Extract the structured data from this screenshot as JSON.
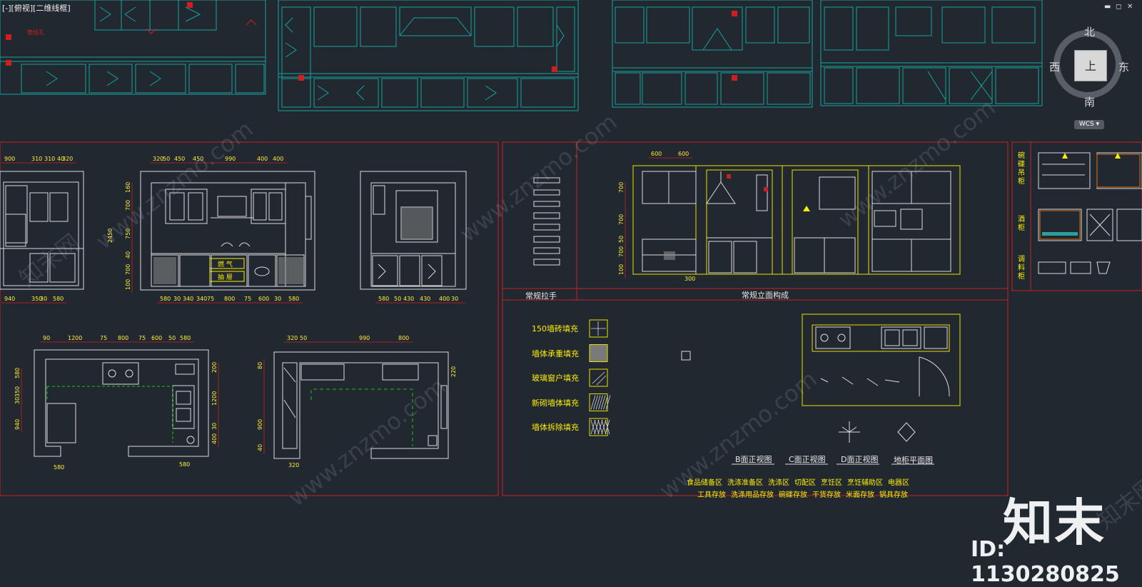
{
  "viewport": {
    "label": "[-][俯视][二维线框]"
  },
  "window_controls": [
    "▬",
    "◻",
    "✕"
  ],
  "viewcube": {
    "face": "上",
    "north": "北",
    "south": "南",
    "west": "西",
    "east": "东",
    "wcs": "WCS ▾"
  },
  "top_labels": {
    "small_red": "管线孔"
  },
  "panels": {
    "handles_title": "常规拉手",
    "elevation_title": "常规立面构成",
    "side_labels": [
      "碗碟吊柜",
      "酒柜",
      "调料柜"
    ]
  },
  "hatches": [
    {
      "label": "150墙砖填充",
      "pattern": "grid"
    },
    {
      "label": "墙体承重填充",
      "pattern": "solid"
    },
    {
      "label": "玻璃窗户填充",
      "pattern": "diag"
    },
    {
      "label": "新砌墙体填充",
      "pattern": "dense"
    },
    {
      "label": "墙体拆除填充",
      "pattern": "cross"
    }
  ],
  "view_titles": [
    "B面正视图",
    "C面正视图",
    "D面正视图",
    "地柜平面图"
  ],
  "zones_row1": [
    "食品储备区",
    "洗涤准备区",
    "洗涤区",
    "切配区",
    "烹饪区",
    "烹饪辅助区",
    "电器区"
  ],
  "zones_row2": [
    "工具存放",
    "洗涤用品存放",
    "碗碟存放",
    "干货存放",
    "米面存放",
    "锅具存放"
  ],
  "dims": {
    "e1_top": [
      "900",
      "310",
      "310",
      "40",
      "320"
    ],
    "e1_bottom": [
      "940",
      "350",
      "30",
      "580"
    ],
    "e2_top": [
      "320",
      "50",
      "450",
      "450",
      "990",
      "400",
      "400"
    ],
    "e2_left": [
      "160",
      "700",
      "750",
      "40",
      "700",
      "100"
    ],
    "e2_total": "2450",
    "e2_bottom": [
      "580",
      "30",
      "340",
      "340",
      "75",
      "800",
      "75",
      "600",
      "30",
      "580"
    ],
    "e3_bottom": [
      "580",
      "50",
      "430",
      "430",
      "400",
      "30"
    ],
    "p1_top": [
      "90",
      "1200",
      "75",
      "800",
      "75",
      "600",
      "50",
      "580"
    ],
    "p1_left": [
      "580",
      "350",
      "30",
      "940"
    ],
    "p1_right": [
      "200",
      "1200",
      "30",
      "400"
    ],
    "p1_bottom": [
      "580",
      "580"
    ],
    "p2_top": [
      "320",
      "50",
      "990",
      "800"
    ],
    "p2_left": [
      "80",
      "900",
      "40"
    ],
    "p2_right": "220",
    "p2_bottom": "320",
    "mid_top": [
      "600",
      "600"
    ],
    "mid_left": [
      "700",
      "700",
      "50",
      "700",
      "100"
    ],
    "mid_bottom": "300"
  },
  "left_labels": {
    "b1": "燃 气",
    "b2": "抽 屉"
  },
  "watermark": {
    "text": "www.znzmo.com",
    "text2": "知末网"
  },
  "brand": {
    "logo": "知末",
    "id": "ID: 1130280825"
  },
  "colors": {
    "background": "#212830",
    "frame": "#cc1f1f",
    "cyan": "#16a3a0",
    "yellow": "#ffee00",
    "white": "#e8e8e8",
    "green": "#18c018"
  }
}
